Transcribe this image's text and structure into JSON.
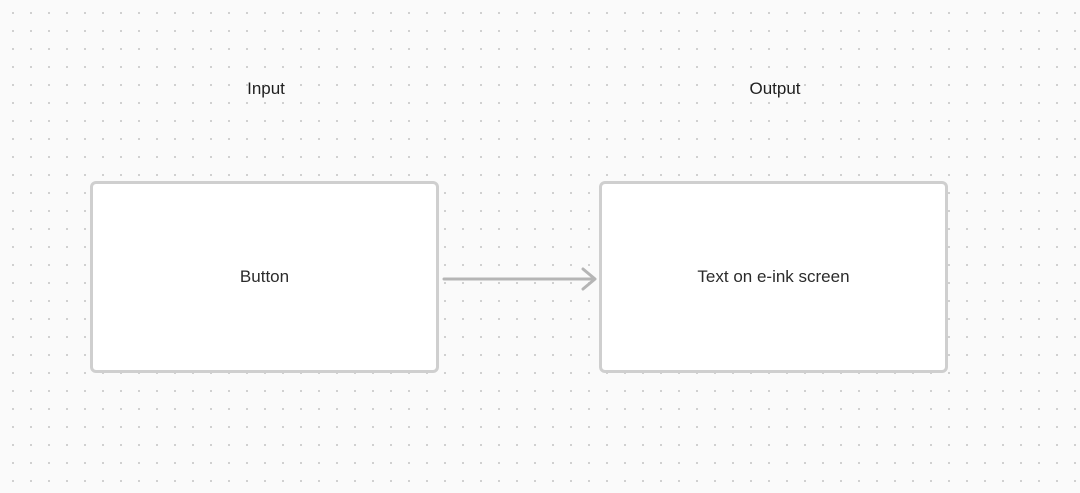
{
  "diagram": {
    "columns": {
      "input": {
        "title": "Input"
      },
      "output": {
        "title": "Output"
      }
    },
    "nodes": {
      "input": {
        "label": "Button"
      },
      "output": {
        "label": "Text on e-ink screen"
      }
    },
    "edges": [
      {
        "from": "input",
        "to": "output",
        "label": ""
      }
    ],
    "colors": {
      "node_border": "#cfcfcf",
      "edge": "#b5b5b5",
      "text": "#2b2b2b",
      "background": "#fafafa"
    }
  }
}
